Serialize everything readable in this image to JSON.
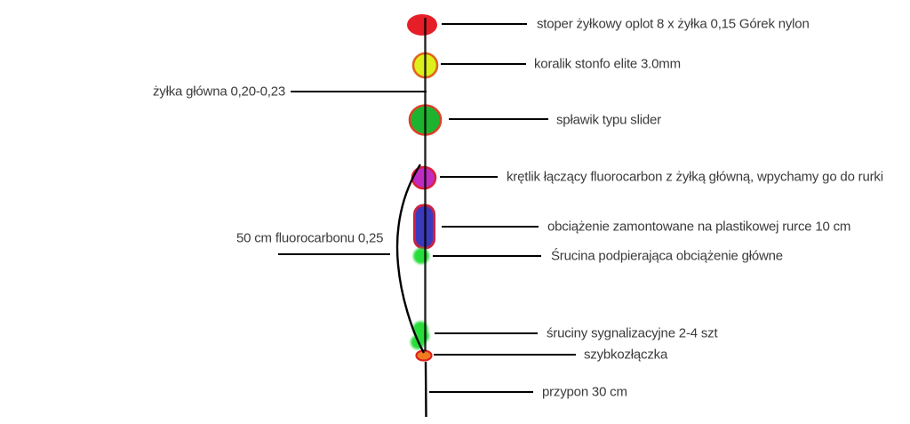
{
  "diagram": {
    "title": "fishing slider rig schematic",
    "background_color": "#ffffff",
    "line_color": "#000000",
    "text_color": "#3b3b3b"
  },
  "components": [
    {
      "name": "stoper",
      "label": "stoper żyłkowy oplot 8 x żyłka 0,15 Górek nylon",
      "shape": "ellipse",
      "fill": "#e61e28",
      "stroke": "#d01622"
    },
    {
      "name": "koralik",
      "label": "koralik stonfo elite 3.0mm",
      "shape": "circle",
      "fill": "#ddf01a",
      "stroke": "#e2641e"
    },
    {
      "name": "zylka-glowna",
      "label": "żyłka główna 0,20-0,23",
      "shape": "leader-line"
    },
    {
      "name": "splawik",
      "label": "spławik typu slider",
      "shape": "ellipse",
      "fill": "#1eb32e",
      "stroke": "#d9432b"
    },
    {
      "name": "kretlik",
      "label": "krętlik łączący fluorocarbon z żyłką główną, wpychamy go do rurki",
      "shape": "circle",
      "fill": "#c02cc2",
      "stroke": "#dd1f3c"
    },
    {
      "name": "obciazenie",
      "label": "obciążenie zamontowane na plastikowej rurce 10 cm",
      "shape": "rounded-rect",
      "fill": "#3b3abd",
      "stroke": "#c92343"
    },
    {
      "name": "srucina-glowna",
      "label": "Śrucina podpierająca obciążenie główne",
      "shape": "dot",
      "fill": "#27dd3a"
    },
    {
      "name": "fluorocarbon",
      "label": "50 cm fluorocarbonu 0,25",
      "shape": "curve"
    },
    {
      "name": "sruciny-sygnalizacyjne",
      "label": "śruciny sygnalizacyjne 2-4 szt",
      "shape": "dot-cluster",
      "fill": "#27dd3a"
    },
    {
      "name": "szybkozlaczka",
      "label": "szybkozłączka",
      "shape": "ellipse",
      "fill": "#ef7d1f",
      "stroke": "#dd2222"
    },
    {
      "name": "przypon",
      "label": "przypon 30 cm",
      "shape": "leader-line"
    }
  ]
}
